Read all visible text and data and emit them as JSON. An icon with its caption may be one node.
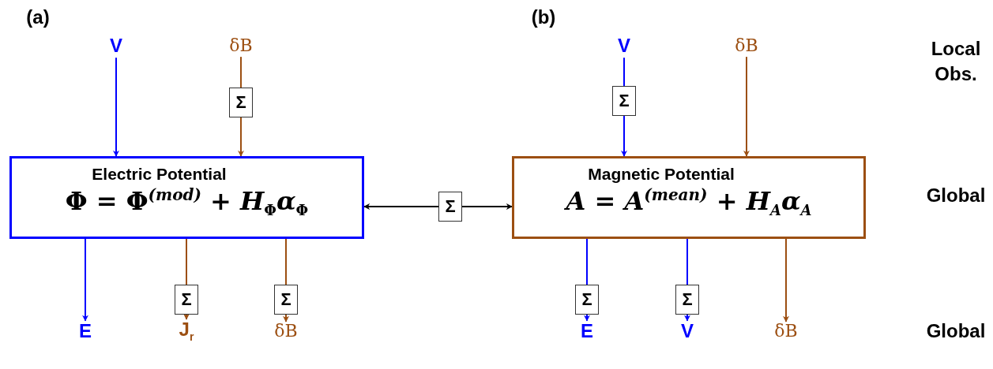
{
  "diagram": {
    "nodes": [
      {
        "text": [
          "V"
        ]
      },
      {
        "text": [
          "δB"
        ]
      },
      {
        "text": [
          "Σ"
        ]
      },
      {
        "text": [
          "Electric Potential",
          "Φ = Φ$^{(mod)}$ + *H*$_{Φ}$*α*$_{Φ}$"
        ]
      },
      {
        "text": [
          "Σ"
        ]
      },
      {
        "text": [
          "Magnetic Potential",
          "*A* = *A*$^{(mean)}$ + *H*$_{A}$*α*$_{A}$"
        ]
      },
      {
        "text": [
          "V"
        ]
      },
      {
        "text": [
          "Σ"
        ]
      },
      {
        "text": [
          "δB"
        ]
      },
      {
        "text": [
          "E"
        ]
      },
      {
        "text": [
          "Σ"
        ]
      },
      {
        "text": [
          "J$_{r}$"
        ]
      },
      {
        "text": [
          "Σ"
        ]
      },
      {
        "text": [
          "δB"
        ]
      },
      {
        "text": [
          "Σ"
        ]
      },
      {
        "text": [
          "E"
        ]
      },
      {
        "text": [
          "Σ"
        ]
      },
      {
        "text": [
          "V"
        ]
      },
      {
        "text": [
          "δB"
        ]
      }
    ],
    "edges": [
      {
        "from": 0,
        "to": 3,
        "arrow": "to",
        "color": "#0000ff"
      },
      {
        "from": 1,
        "to": 2,
        "arrow": "none",
        "color": "#9c4f12"
      },
      {
        "from": 2,
        "to": 3,
        "arrow": "to",
        "color": "#9c4f12"
      },
      {
        "from": 6,
        "to": 7,
        "arrow": "none",
        "color": "#0000ff"
      },
      {
        "from": 7,
        "to": 5,
        "arrow": "to",
        "color": "#0000ff"
      },
      {
        "from": 8,
        "to": 5,
        "arrow": "to",
        "color": "#9c4f12"
      },
      {
        "from": 4,
        "to": 3,
        "arrow": "to",
        "color": "#000000"
      },
      {
        "from": 4,
        "to": 5,
        "arrow": "to",
        "color": "#000000"
      },
      {
        "from": 3,
        "to": 9,
        "arrow": "to",
        "color": "#0000ff"
      },
      {
        "from": 3,
        "to": 10,
        "arrow": "none",
        "color": "#9c4f12"
      },
      {
        "from": 10,
        "to": 11,
        "arrow": "to",
        "color": "#9c4f12"
      },
      {
        "from": 3,
        "to": 12,
        "arrow": "none",
        "color": "#9c4f12"
      },
      {
        "from": 12,
        "to": 13,
        "arrow": "to",
        "color": "#9c4f12"
      },
      {
        "from": 5,
        "to": 14,
        "arrow": "none",
        "color": "#0000ff"
      },
      {
        "from": 14,
        "to": 15,
        "arrow": "to",
        "color": "#0000ff"
      },
      {
        "from": 5,
        "to": 16,
        "arrow": "none",
        "color": "#0000ff"
      },
      {
        "from": 16,
        "to": 17,
        "arrow": "to",
        "color": "#0000ff"
      },
      {
        "from": 5,
        "to": 18,
        "arrow": "to",
        "color": "#9c4f12"
      }
    ],
    "labels": [
      "(a)",
      "(b)",
      "Local Obs.",
      "Global",
      "Global"
    ]
  }
}
